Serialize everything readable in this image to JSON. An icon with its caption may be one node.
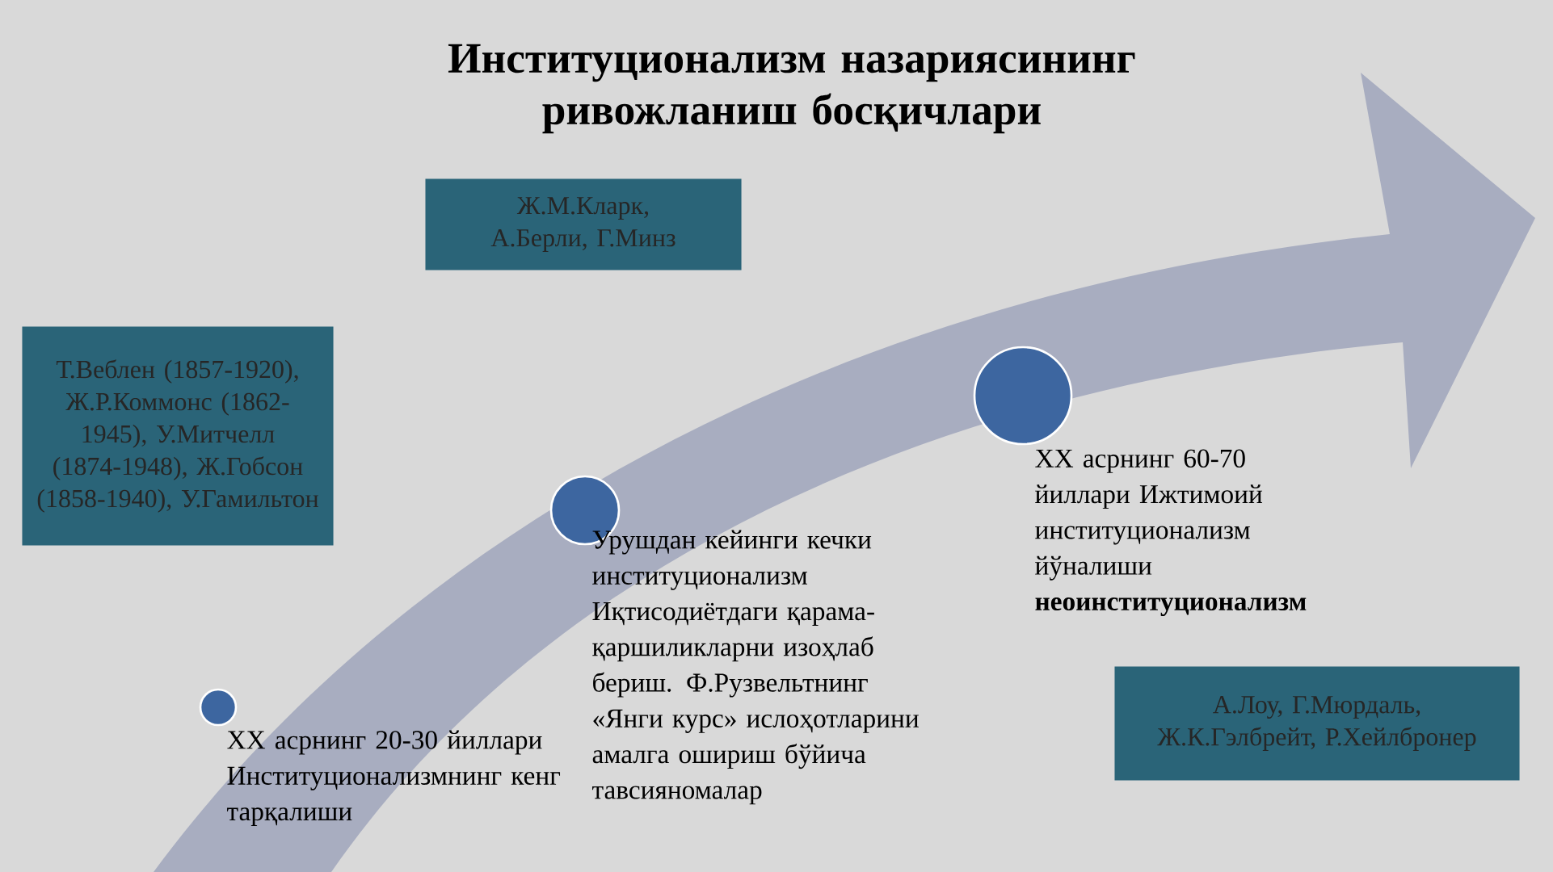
{
  "diagram": {
    "title": "Институционализм назариясининг ривожланиш босқичлари",
    "nodes": [
      {
        "text": [
          "Т.Веблен (1857-1920), Ж.Р.Коммонс (1862-1945), У.Митчелл (1874-1948), Ж.Гобсон (1858-1940), У.Гамильтон"
        ]
      },
      {
        "text": [
          "Ж.М.Кларк, А.Берли, Г.Минз"
        ]
      },
      {
        "text": [
          "А.Лоу, Г.Мюрдаль, Ж.К.Гэлбрейт, Р.Хейлбронер"
        ]
      },
      {
        "text": [],
        "shape": "circle",
        "beside": [
          "ХХ асрнинг 20-30 йиллари Институционализмнинг кенг тарқалиши"
        ]
      },
      {
        "text": [],
        "shape": "circle",
        "beside": [
          "Урушдан кейинги кечки институционализм Иқтисодиётдаги қарама-қаршиликларни изоҳлаб бериш. Ф.Рузвельтнинг «Янги курс» ислоҳотларини амалга ошириш бўйича тавсияномалар"
        ]
      },
      {
        "text": [],
        "shape": "circle",
        "beside": [
          "ХХ асрнинг 60-70 йиллари Ижтимоий институционализм йўналиши **неоинституционализм**"
        ]
      }
    ]
  }
}
